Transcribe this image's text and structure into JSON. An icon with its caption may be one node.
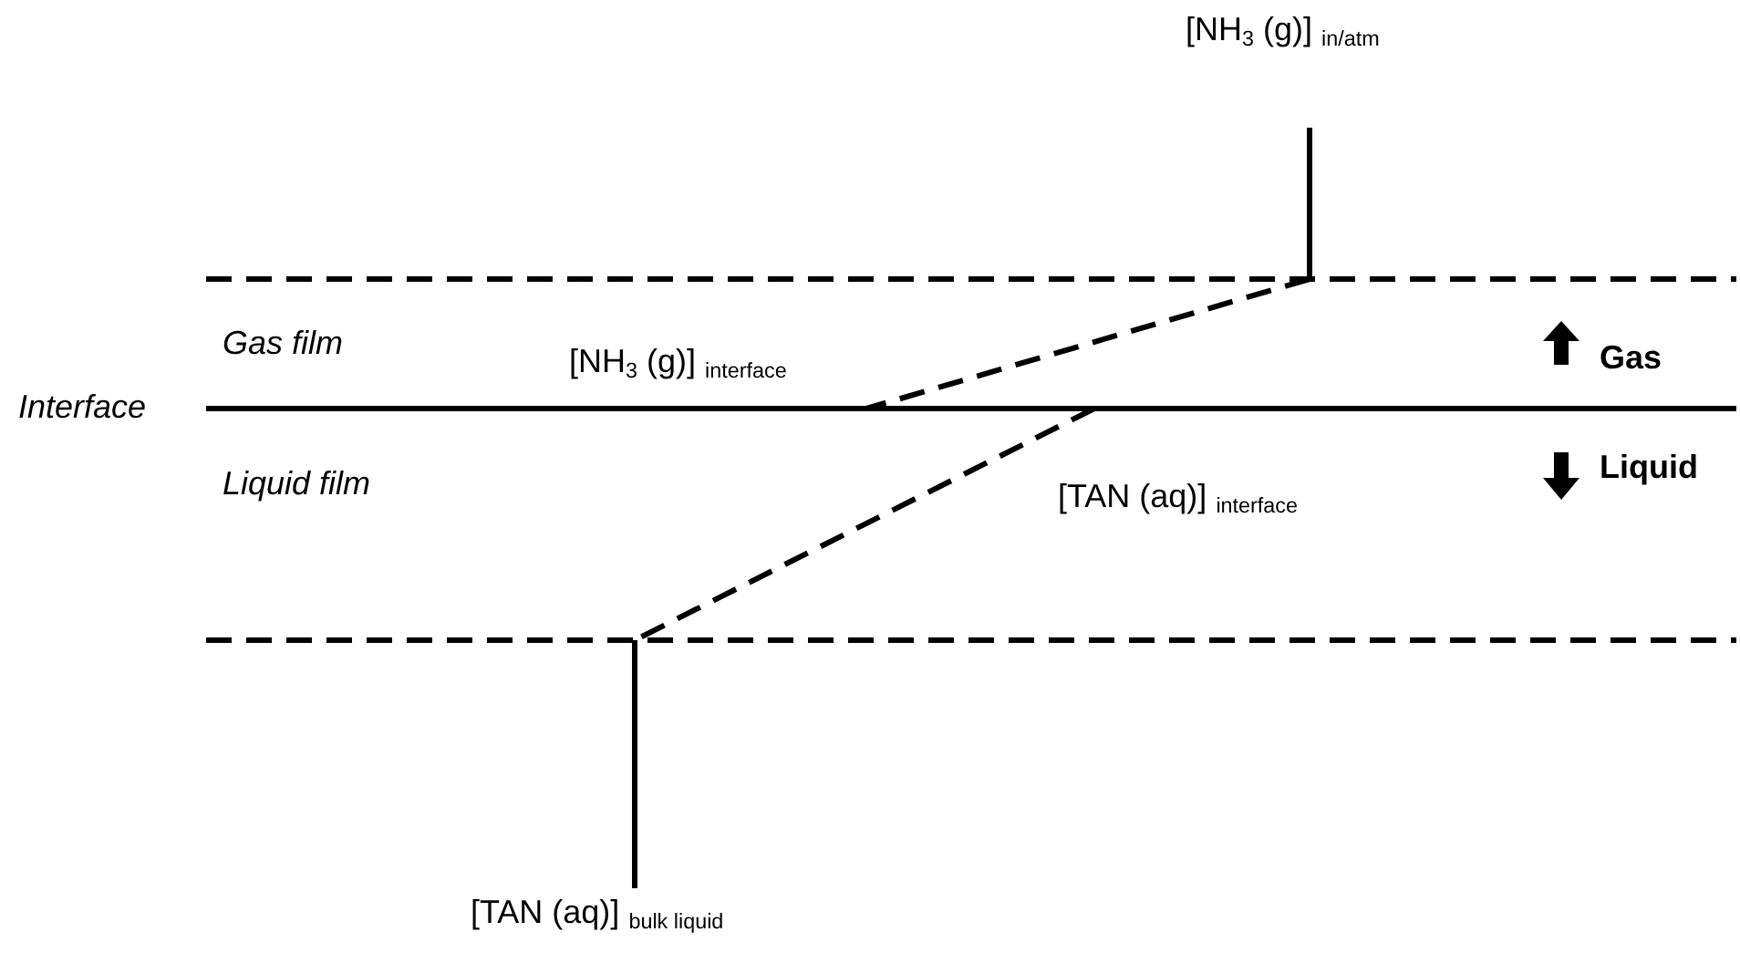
{
  "diagram": {
    "labels": [
      "[NH$_{3}$ (g)] $_{in/atm}$",
      "Gas film",
      "[NH$_{3}$ (g)] $_{interface}$",
      "Gas",
      "Interface",
      "Liquid film",
      "[TAN (aq)] $_{interface}$",
      "Liquid",
      "[TAN (aq)] $_{bulk liquid}$"
    ]
  }
}
